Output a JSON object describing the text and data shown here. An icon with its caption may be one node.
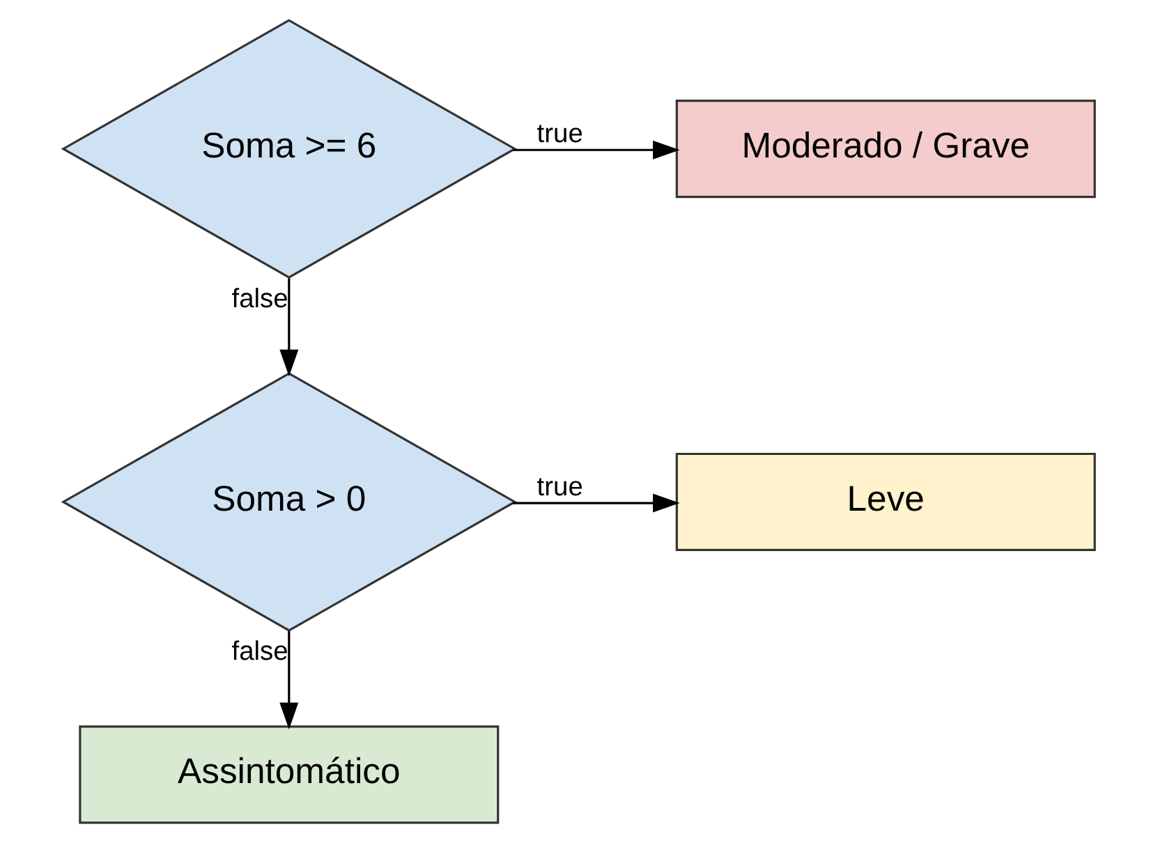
{
  "diagram": {
    "nodes": [
      {
        "text": [
          "Soma >= 6"
        ]
      },
      {
        "text": [
          "Moderado / Grave"
        ]
      },
      {
        "text": [
          "Soma > 0"
        ]
      },
      {
        "text": [
          "Leve"
        ]
      },
      {
        "text": [
          "Assintomático"
        ]
      }
    ],
    "edges": [
      {
        "from": 0,
        "to": 1,
        "arrow": "to",
        "label": "true"
      },
      {
        "from": 0,
        "to": 2,
        "arrow": "to",
        "label": "false"
      },
      {
        "from": 2,
        "to": 3,
        "arrow": "to",
        "label": "true"
      },
      {
        "from": 2,
        "to": 4,
        "arrow": "to",
        "label": "false"
      }
    ]
  }
}
